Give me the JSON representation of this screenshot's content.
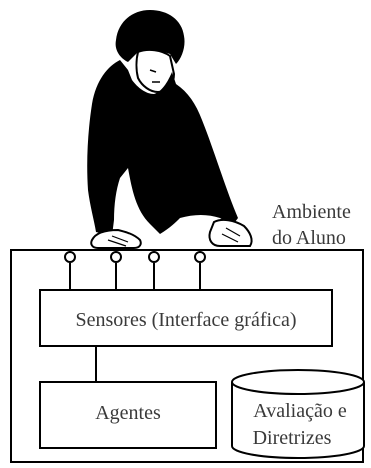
{
  "environment": {
    "line1": "Ambiente",
    "line2": "do Aluno"
  },
  "sensors": {
    "label": "Sensores (Interface gráfica)",
    "connector_count": 4
  },
  "agents": {
    "label": "Agentes"
  },
  "database": {
    "line1": "Avaliação e",
    "line2": "Diretrizes"
  },
  "illustration": {
    "subject": "person leaning over table"
  }
}
